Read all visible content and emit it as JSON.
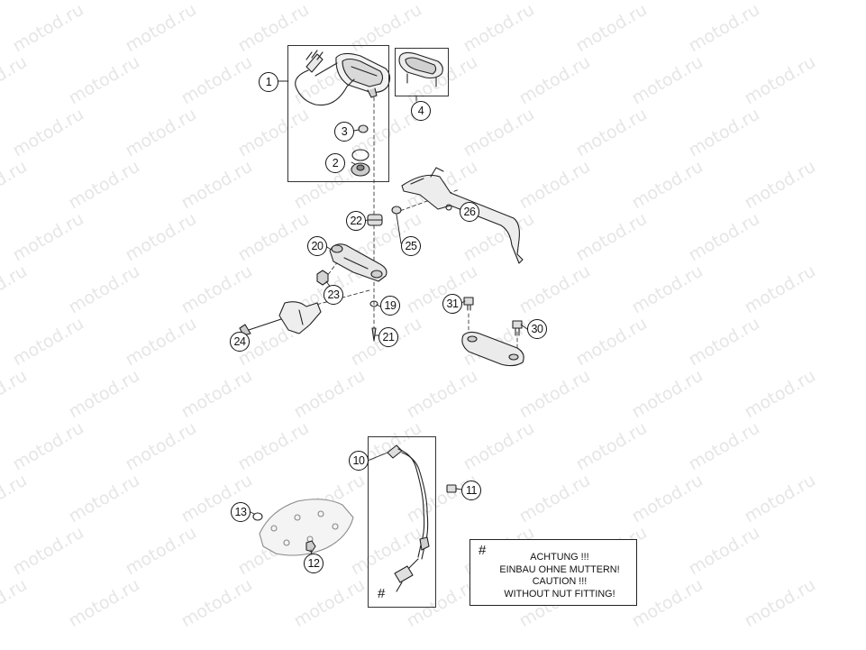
{
  "watermark": "motod.ru",
  "colors": {
    "line": "#222222",
    "box": "#333333",
    "watermark": "#e6e6e6",
    "background": "#ffffff"
  },
  "callouts": [
    "1",
    "2",
    "3",
    "4",
    "10",
    "11",
    "12",
    "13",
    "19",
    "20",
    "21",
    "22",
    "23",
    "24",
    "25",
    "26",
    "30",
    "31"
  ],
  "notice": {
    "marker": "#",
    "lines": [
      "ACHTUNG !!!",
      "EINBAU OHNE MUTTERN!",
      "CAUTION !!!",
      "WITHOUT NUT FITTING!"
    ]
  },
  "cable_marker": "#"
}
